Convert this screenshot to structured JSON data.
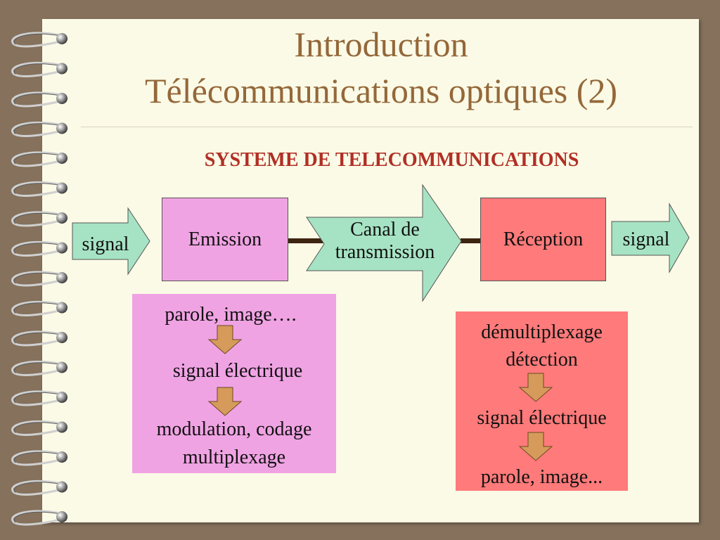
{
  "slide": {
    "title_line1": "Introduction",
    "title_line2": "Télécommunications optiques (2)",
    "subtitle": "SYSTEME DE TELECOMMUNICATIONS"
  },
  "flow": {
    "input_label": "signal",
    "emission_label": "Emission",
    "channel_line1": "Canal de",
    "channel_line2": "transmission",
    "reception_label": "Réception",
    "output_label": "signal"
  },
  "emission_detail": {
    "step1": "parole, image….",
    "step2": "signal électrique",
    "step3_line1": "modulation, codage",
    "step3_line2": "multiplexage"
  },
  "reception_detail": {
    "step1_line1": "démultiplexage",
    "step1_line2": "détection",
    "step2": "signal électrique",
    "step3": "parole, image..."
  },
  "colors": {
    "background": "#85715c",
    "page": "#fbfae6",
    "title": "#94683a",
    "subtitle": "#b12f25",
    "arrow_green": "#a6e3c4",
    "emission_pink": "#f0a3e3",
    "reception_red": "#ff7a7a",
    "down_arrow": "#d69a5a",
    "connector": "#3d2410"
  },
  "icons": [
    "spiral-binding-icon",
    "right-arrow-icon",
    "down-arrow-icon"
  ]
}
